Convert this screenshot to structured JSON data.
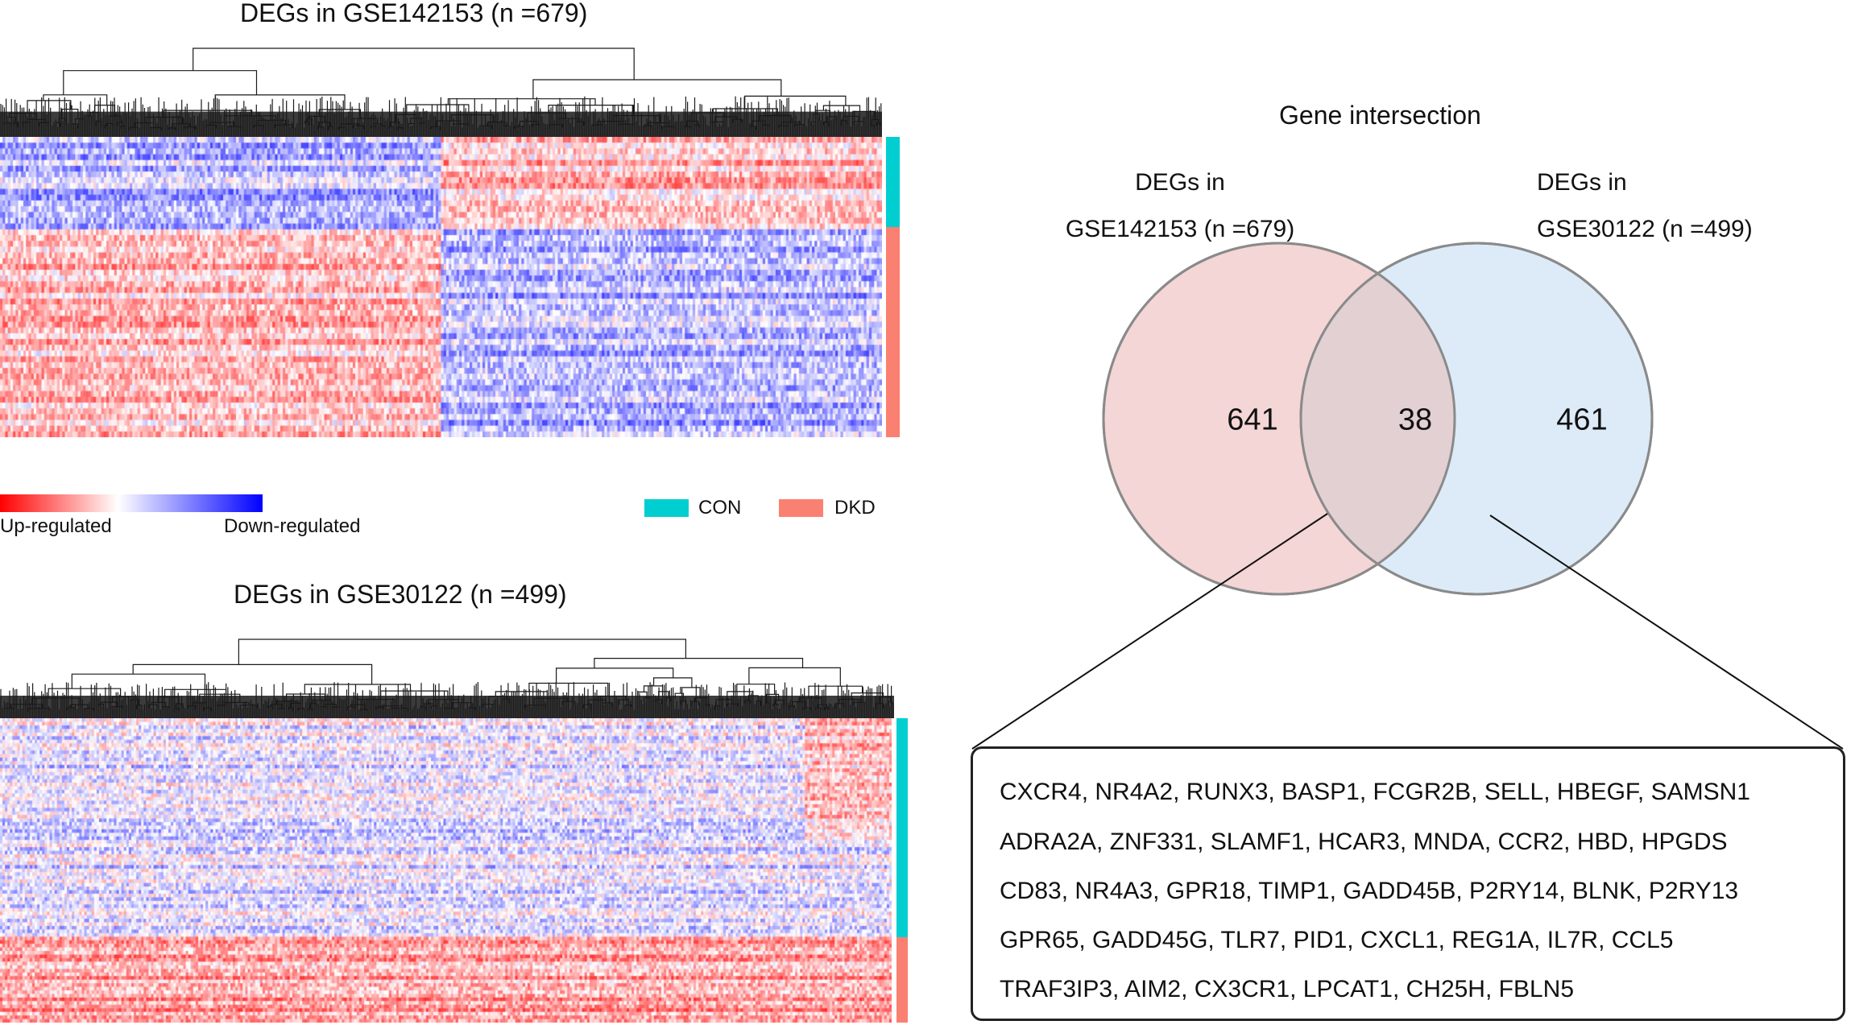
{
  "heatmap1": {
    "title": "DEGs in GSE142153 (n =679)",
    "groups": [
      {
        "name": "CON",
        "fraction": 0.3
      },
      {
        "name": "DKD",
        "fraction": 0.7
      }
    ]
  },
  "heatmap2": {
    "title": "DEGs in GSE30122 (n =499)",
    "groups": [
      {
        "name": "CON",
        "fraction": 0.72
      },
      {
        "name": "DKD",
        "fraction": 0.28
      }
    ]
  },
  "color_scale": {
    "up_label": "Up-regulated",
    "down_label": "Down-regulated",
    "up_color": "#ff0000",
    "mid_color": "#ffffff",
    "down_color": "#0000ff"
  },
  "group_legend": {
    "con_label": "CON",
    "dkd_label": "DKD",
    "con_color": "#00ced1",
    "dkd_color": "#fa8072"
  },
  "venn": {
    "title": "Gene intersection",
    "left_label_1": "DEGs in",
    "left_label_2": "GSE142153 (n =679)",
    "right_label_1": "DEGs in",
    "right_label_2": "GSE30122 (n =499)",
    "left_only": "641",
    "intersection": "38",
    "right_only": "461",
    "left_color": "#f4d6d6",
    "right_color": "#dcebf7",
    "overlap_color": "#e2d0d3"
  },
  "genes": {
    "line1": "CXCR4, NR4A2, RUNX3, BASP1, FCGR2B, SELL, HBEGF, SAMSN1",
    "line2": "ADRA2A, ZNF331, SLAMF1, HCAR3, MNDA, CCR2, HBD, HPGDS",
    "line3": "CD83, NR4A3, GPR18, TIMP1, GADD45B, P2RY14, BLNK, P2RY13",
    "line4": "GPR65, GADD45G, TLR7, PID1, CXCL1, REG1A, IL7R, CCL5",
    "line5": "TRAF3IP3, AIM2, CX3CR1, LPCAT1, CH25H, FBLN5"
  }
}
